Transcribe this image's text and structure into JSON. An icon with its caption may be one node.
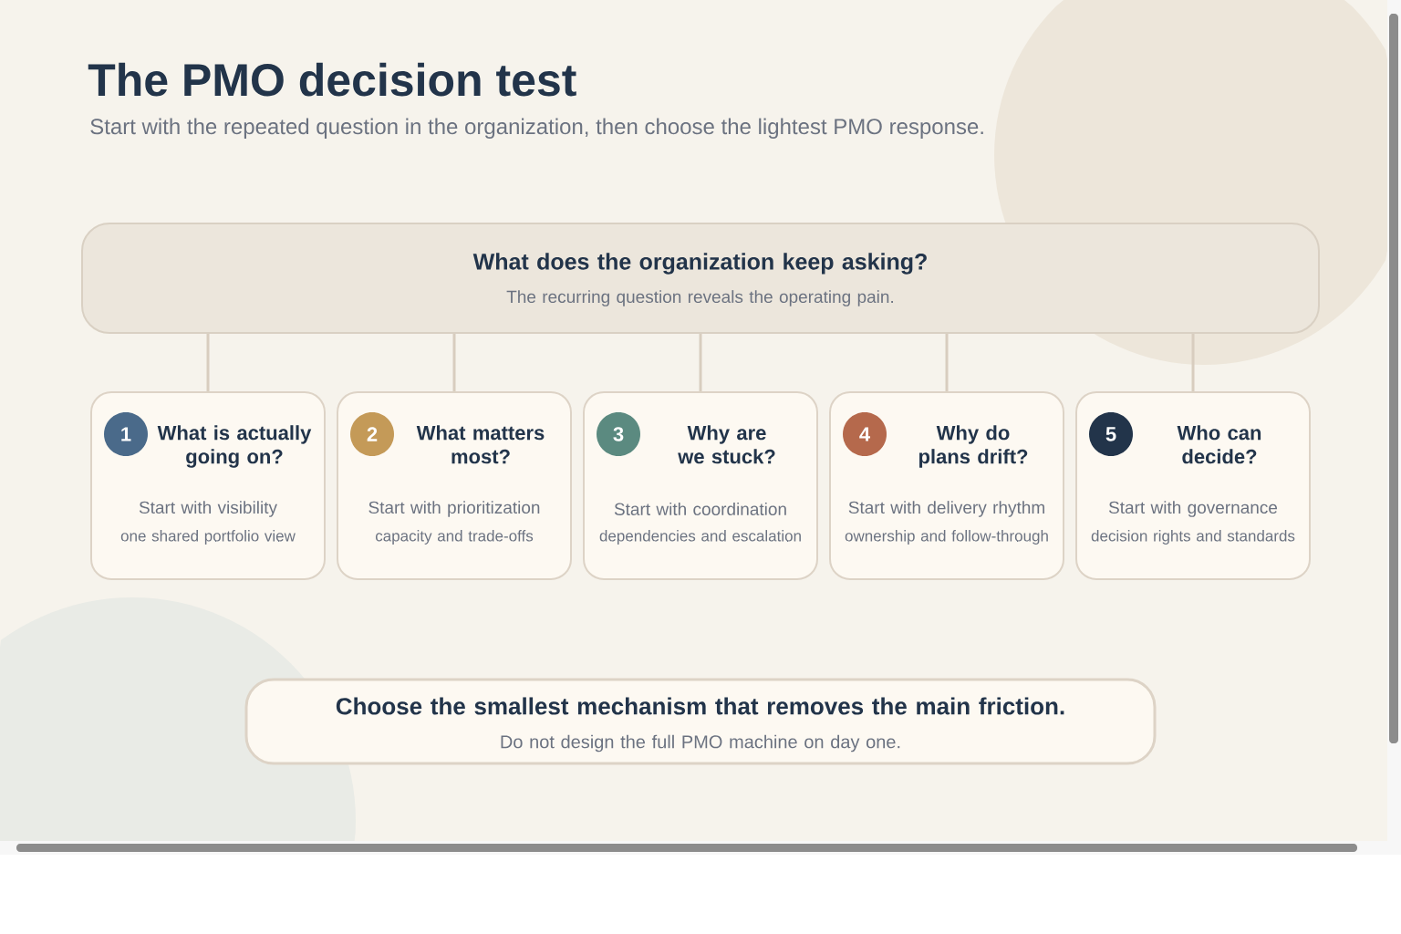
{
  "diagram": {
    "title": "The PMO decision test",
    "caption": "Start with the repeated question in the organization, then choose the lightest PMO response.",
    "nodes": [
      {
        "text": [
          "What does the organization keep asking?",
          "The recurring question reveals the operating pain."
        ]
      },
      {
        "text": [
          "What is actually going on?",
          "Start with visibility",
          "one shared portfolio view"
        ]
      },
      {
        "text": [
          "1"
        ],
        "in": 1
      },
      {
        "text": [
          "What matters most?",
          "Start with prioritization",
          "capacity and trade-offs"
        ]
      },
      {
        "text": [
          "2"
        ],
        "in": 3
      },
      {
        "text": [
          "Why are we stuck?",
          "Start with coordination",
          "dependencies and escalation"
        ]
      },
      {
        "text": [
          "3"
        ],
        "in": 5
      },
      {
        "text": [
          "Why do plans drift?",
          "Start with delivery rhythm",
          "ownership and follow-through"
        ]
      },
      {
        "text": [
          "4"
        ],
        "in": 7
      },
      {
        "text": [
          "Who can decide?",
          "Start with governance",
          "decision rights and standards"
        ]
      },
      {
        "text": [
          "5"
        ],
        "in": 9
      },
      {
        "text": [
          "Choose the smallest mechanism that removes the main friction.",
          "Do not design the full PMO machine on day one."
        ]
      }
    ],
    "edges": [
      {
        "from": 0,
        "to": 1,
        "arrow": "none"
      },
      {
        "from": 0,
        "to": 3,
        "arrow": "none"
      },
      {
        "from": 0,
        "to": 5,
        "arrow": "none"
      },
      {
        "from": 0,
        "to": 7,
        "arrow": "none"
      },
      {
        "from": 0,
        "to": 9,
        "arrow": "none"
      }
    ]
  }
}
